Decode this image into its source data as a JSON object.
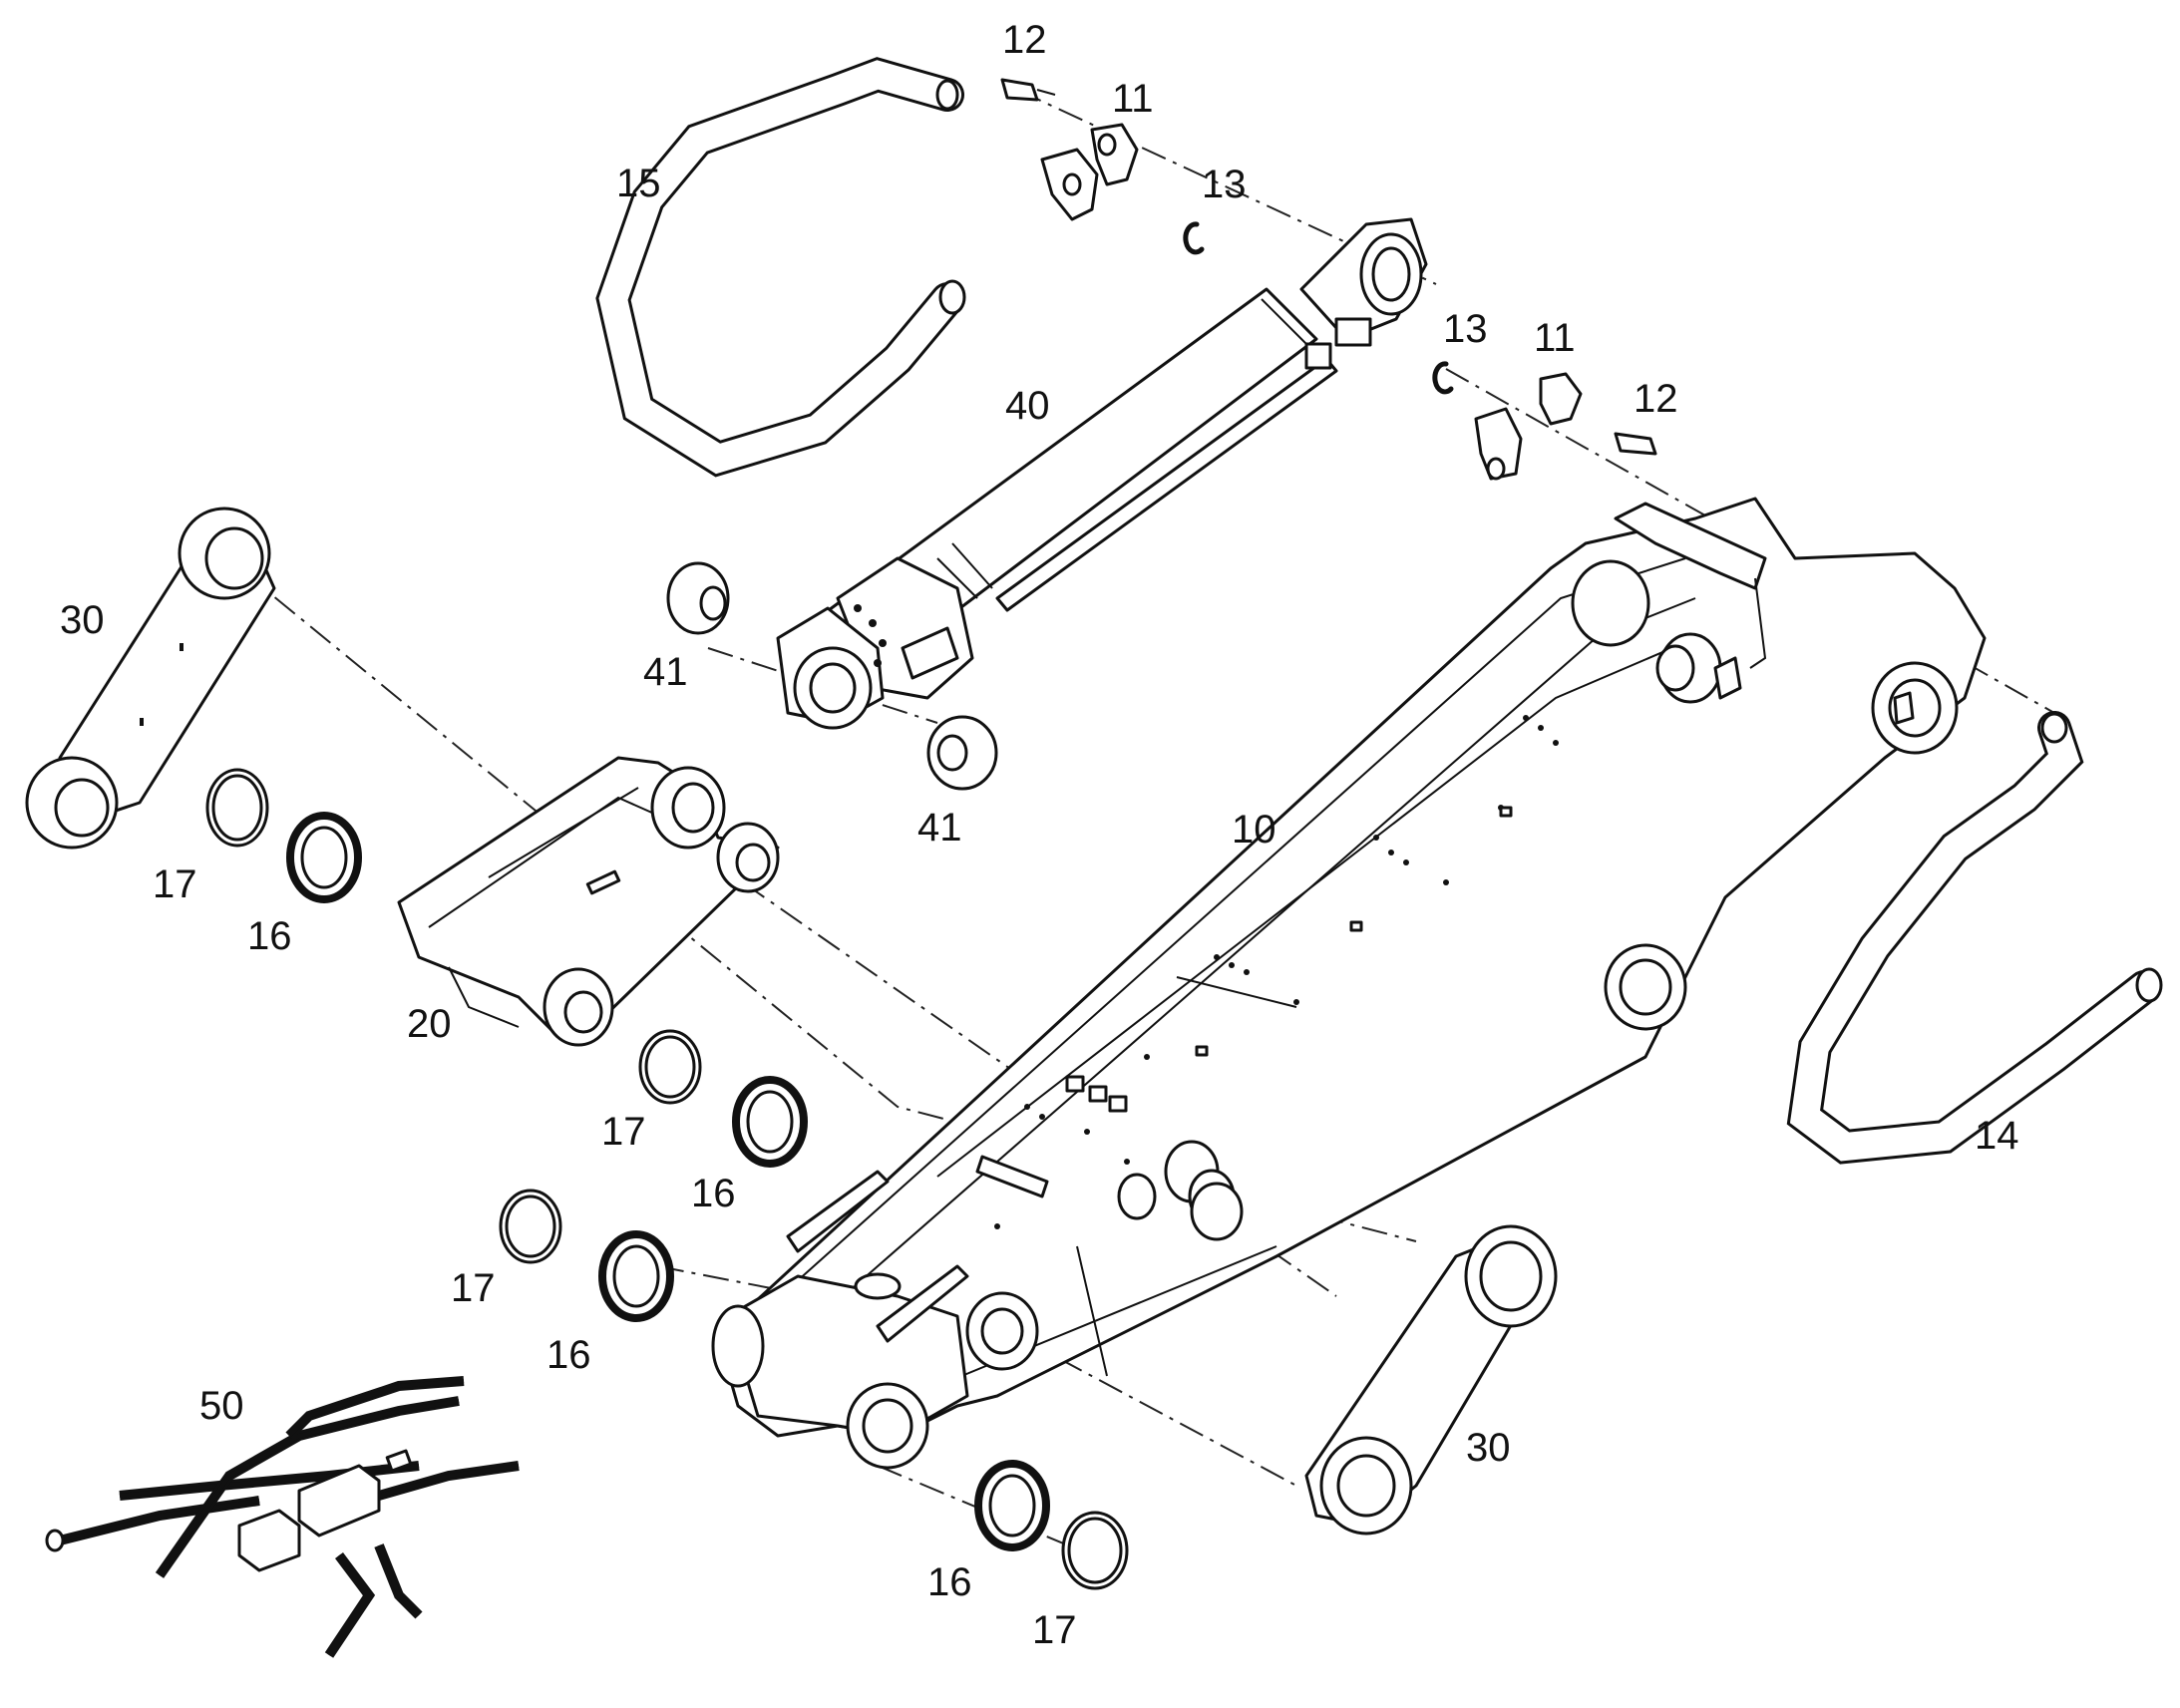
{
  "labels": {
    "p10": "10",
    "p11a": "11",
    "p11b": "11",
    "p12a": "12",
    "p12b": "12",
    "p13a": "13",
    "p13b": "13",
    "p14": "14",
    "p15": "15",
    "p16a": "16",
    "p16b": "16",
    "p16c": "16",
    "p16d": "16",
    "p17a": "17",
    "p17b": "17",
    "p17c": "17",
    "p17d": "17",
    "p20": "20",
    "p30a": "30",
    "p30b": "30",
    "p40": "40",
    "p41a": "41",
    "p41b": "41",
    "p50": "50"
  }
}
